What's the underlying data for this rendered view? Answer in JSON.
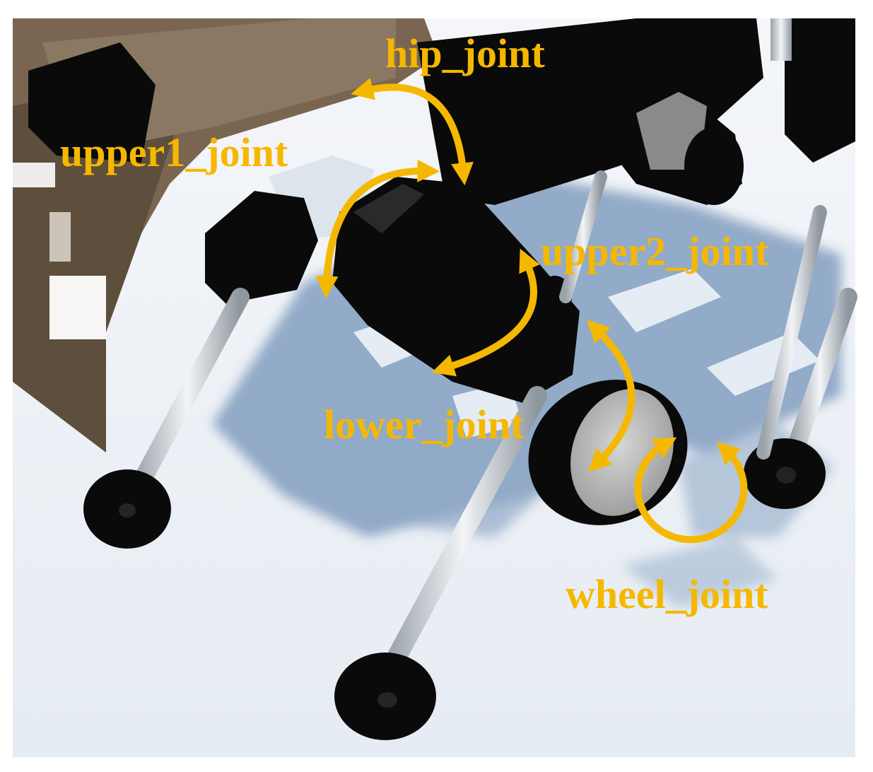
{
  "labels": {
    "hip": "hip_joint",
    "upper1": "upper1_joint",
    "upper2": "upper2_joint",
    "lower": "lower_joint",
    "wheel": "wheel_joint"
  },
  "colors": {
    "annotation": "#F5B800",
    "body": "#7A6650",
    "body_dark": "#5E4E3C",
    "actuator": "#0A0A0A",
    "rod": "#D4D8DC",
    "shadow": "#6E8FB3",
    "floor": "#EEF2F7",
    "hub": "#BEBEBE"
  }
}
